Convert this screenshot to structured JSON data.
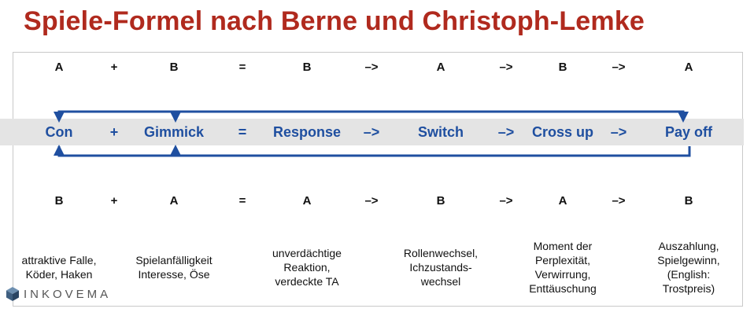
{
  "title": "Spiele-Formel nach Berne und Christoph-Lemke",
  "top_row": [
    "A",
    "+",
    "B",
    "=",
    "B",
    "–>",
    "A",
    "–>",
    "B",
    "–>",
    "A"
  ],
  "middle_row": [
    "Con",
    "+",
    "Gimmick",
    "=",
    "Response",
    "–>",
    "Switch",
    "–>",
    "Cross up",
    "–>",
    "Pay off"
  ],
  "bottom_row": [
    "B",
    "+",
    "A",
    "=",
    "A",
    "–>",
    "B",
    "–>",
    "A",
    "–>",
    "B"
  ],
  "descriptions": {
    "con": "attraktive Falle, Köder, Haken",
    "gimmick": "Spielanfälligkeit Interesse, Öse",
    "response": "unverdächtige Reaktion, verdeckte TA",
    "switch": "Rollenwechsel, Ichzustands-wechsel",
    "cross_up": "Moment der Perplexität, Verwirrung, Enttäuschung",
    "pay_off": "Auszahlung, Spielgewinn, (English: Trostpreis)"
  },
  "logo": {
    "text": "INKOVEMA",
    "icon": "cube-icon"
  },
  "colors": {
    "title": "#b02a1e",
    "accent": "#1f4fa0",
    "band": "#e4e4e4"
  }
}
